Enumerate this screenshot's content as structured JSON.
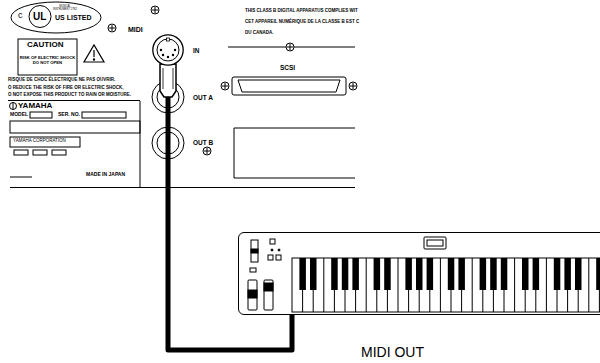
{
  "diagram": {
    "nodes": [
      {
        "text": [
          "IN"
        ]
      },
      {
        "text": [
          "MIDI OUT"
        ]
      }
    ],
    "edges": [
      {
        "from": 1,
        "to": 0,
        "arrow": "none"
      }
    ],
    "labels": [
      "MUSICAL INSTRUMENT 27N2",
      "c",
      "UL",
      "US LISTED",
      "CAUTION",
      "RISK OF ELECTRIC SHOCK DO NOT OPEN",
      "RISQUE DE CHOC ÉLECTRIQUE NE PAS OUVRIR.",
      "O REDUCE THE RISK OF FIRE OR ELECTRIC SHOCK,",
      "O NOT EXPOSE THIS PRODUCT TO RAIN OR MOISTURE.",
      "YAMAHA",
      "MODEL",
      "SER. NO.",
      "YAMAHA CORPORATION",
      "MADE IN JAPAN",
      "MIDI",
      "OUT A",
      "OUT B",
      "THIS CLASS B DIGITAL APPARATUS COMPLIES WIT",
      "CET APPAREIL NUMÉRIQUE DE LA CLASSE B EST C",
      "DU CANADA.",
      "SCSI"
    ]
  }
}
